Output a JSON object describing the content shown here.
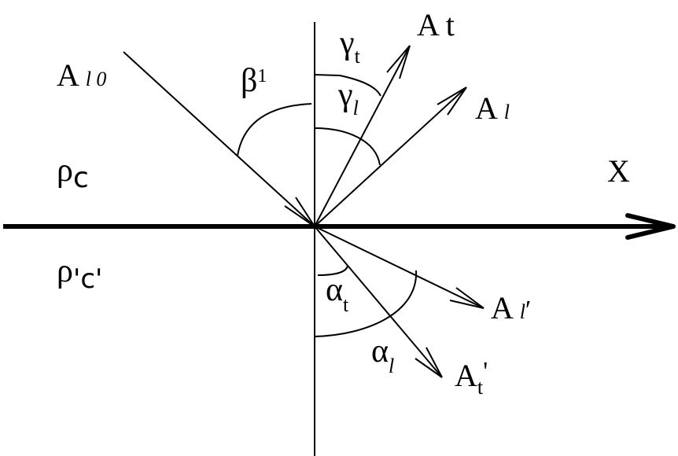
{
  "diagram": {
    "title": "",
    "axis": {
      "label": "X"
    },
    "media": {
      "upper": {
        "rho": "ρ",
        "sub": "c"
      },
      "lower": {
        "rho": "ρ",
        "sub": "'c'"
      }
    },
    "waves": {
      "incident": {
        "base": "A",
        "sub": "l 0"
      },
      "reflected_transverse": {
        "base": "A",
        "sub": "t"
      },
      "reflected_longitudinal": {
        "base": "A",
        "sub": "l"
      },
      "refracted_longitudinal": {
        "base": "A",
        "sub": "l",
        "prime": "′"
      },
      "refracted_transverse": {
        "base": "A",
        "sub": "t",
        "prime": "'"
      }
    },
    "angles": {
      "incidence": {
        "symbol": "β",
        "sup": "1"
      },
      "gamma_t": {
        "symbol": "γ",
        "sub": "t"
      },
      "gamma_l": {
        "symbol": "γ",
        "sub": "l"
      },
      "alpha_t": {
        "symbol": "α",
        "sub": "t"
      },
      "alpha_l": {
        "symbol": "α",
        "sub": "l"
      }
    }
  }
}
